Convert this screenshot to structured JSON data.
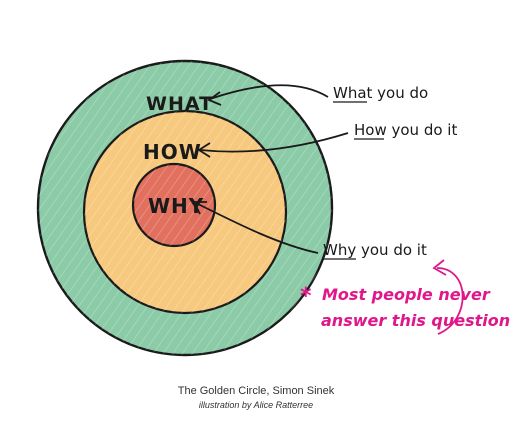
{
  "diagram": {
    "rings": [
      {
        "label": "WHAT",
        "fill": "#8ccba7",
        "annotation": "What you do"
      },
      {
        "label": "HOW",
        "fill": "#f7c97f",
        "annotation": "How you do it"
      },
      {
        "label": "WHY",
        "fill": "#e2705e",
        "annotation": "Why you do it"
      }
    ],
    "note": {
      "asterisk": "*",
      "line1": "Most people never",
      "line2": "answer this question",
      "color": "#e0178a"
    }
  },
  "caption": {
    "title": "The Golden Circle, Simon Sinek",
    "credit": "illustration by Alice Ratterree"
  }
}
